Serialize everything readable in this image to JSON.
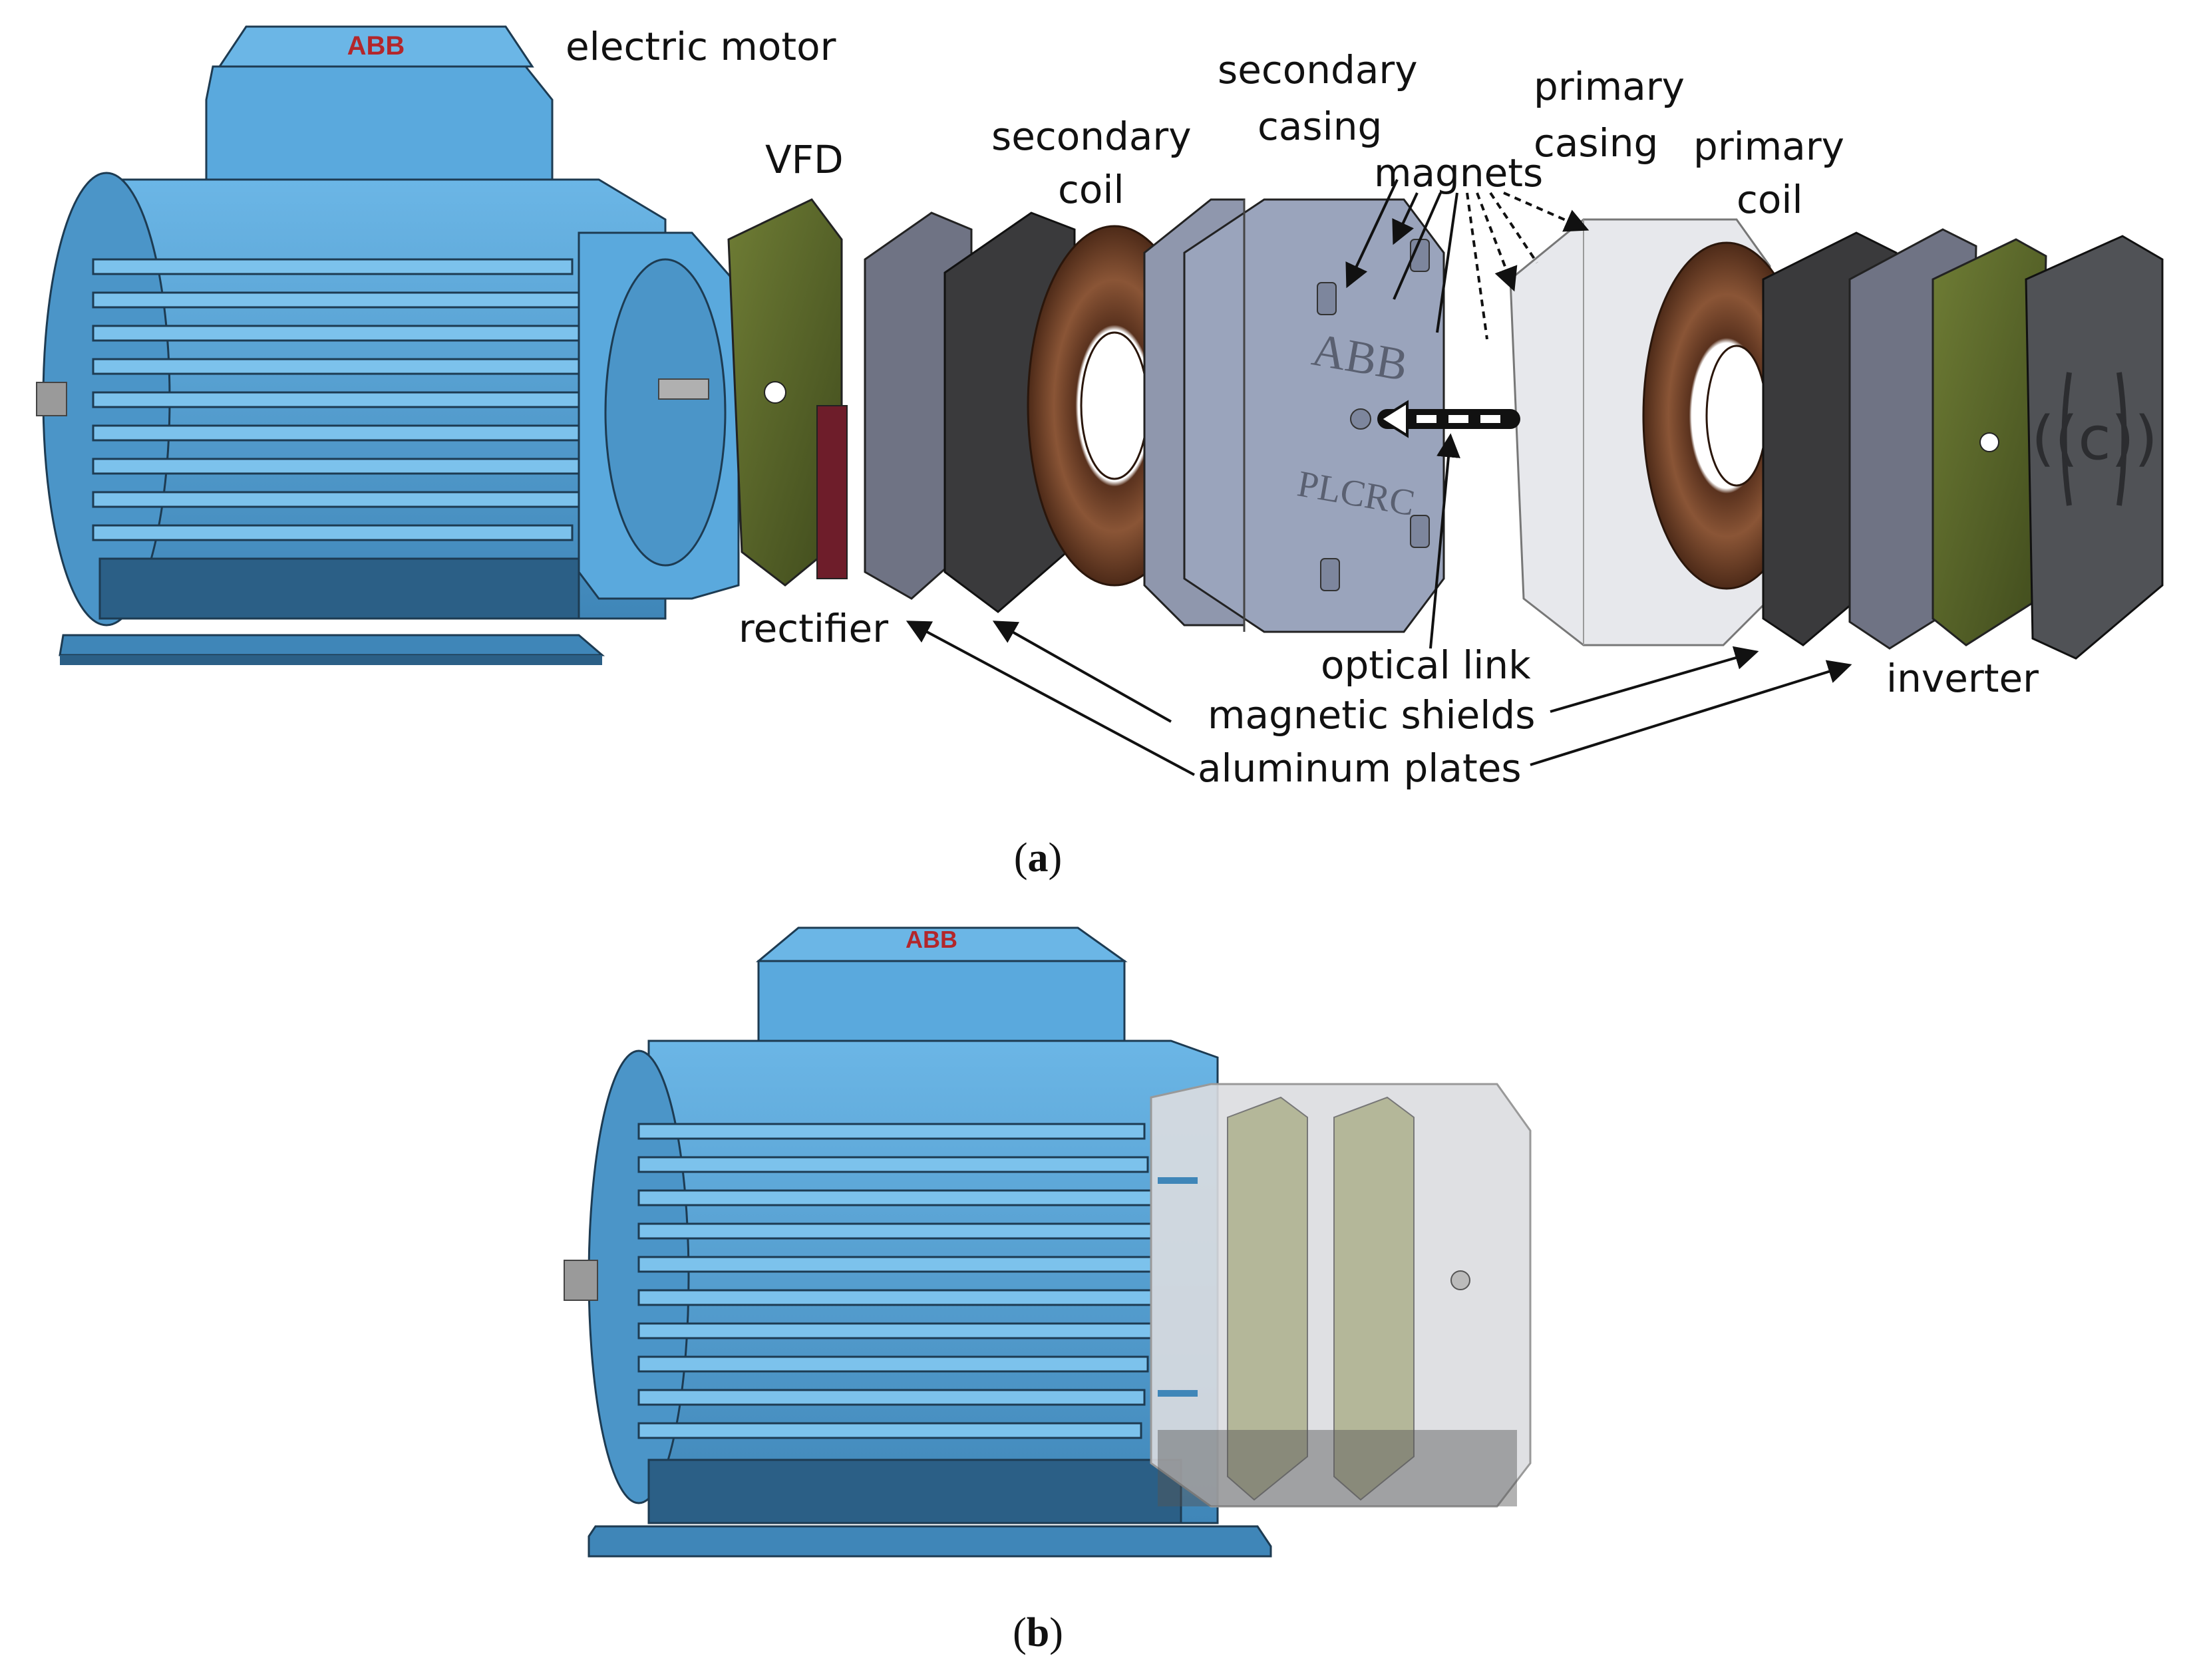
{
  "figure": {
    "panel_a": {
      "caption_open": "(",
      "caption_letter": "a",
      "caption_close": ")",
      "labels": {
        "electric_motor": "electric motor",
        "vfd": "VFD",
        "secondary_coil_1": "secondary",
        "secondary_coil_2": "coil",
        "secondary_casing_1": "secondary",
        "secondary_casing_2": "casing",
        "magnets": "magnets",
        "primary_casing_1": "primary",
        "primary_casing_2": "casing",
        "primary_coil_1": "primary",
        "primary_coil_2": "coil",
        "rectifier": "rectifier",
        "optical_link": "optical link",
        "magnetic_shields": "magnetic shields",
        "aluminum_plates": "aluminum plates",
        "inverter": "inverter"
      },
      "logos": {
        "motor_top": "ABB",
        "casing_1": "ABB",
        "casing_2": "PLCRC"
      }
    },
    "panel_b": {
      "caption_open": "(",
      "caption_letter": "b",
      "caption_close": ")",
      "logos": {
        "motor_top": "ABB"
      }
    },
    "colors": {
      "motor_blue": "#5aa9dd",
      "motor_blue_dark": "#3f86b8",
      "motor_blue_shadow": "#2b5f86",
      "casing_grey": "#9aa4bc",
      "shield_dark": "#3a3a3c",
      "plate_grey": "#6f7384",
      "pcb_green": "#5c6b2a",
      "coil_copper": "#7a4a2e",
      "translucent": "#e4e6ea",
      "text": "#111111"
    }
  }
}
